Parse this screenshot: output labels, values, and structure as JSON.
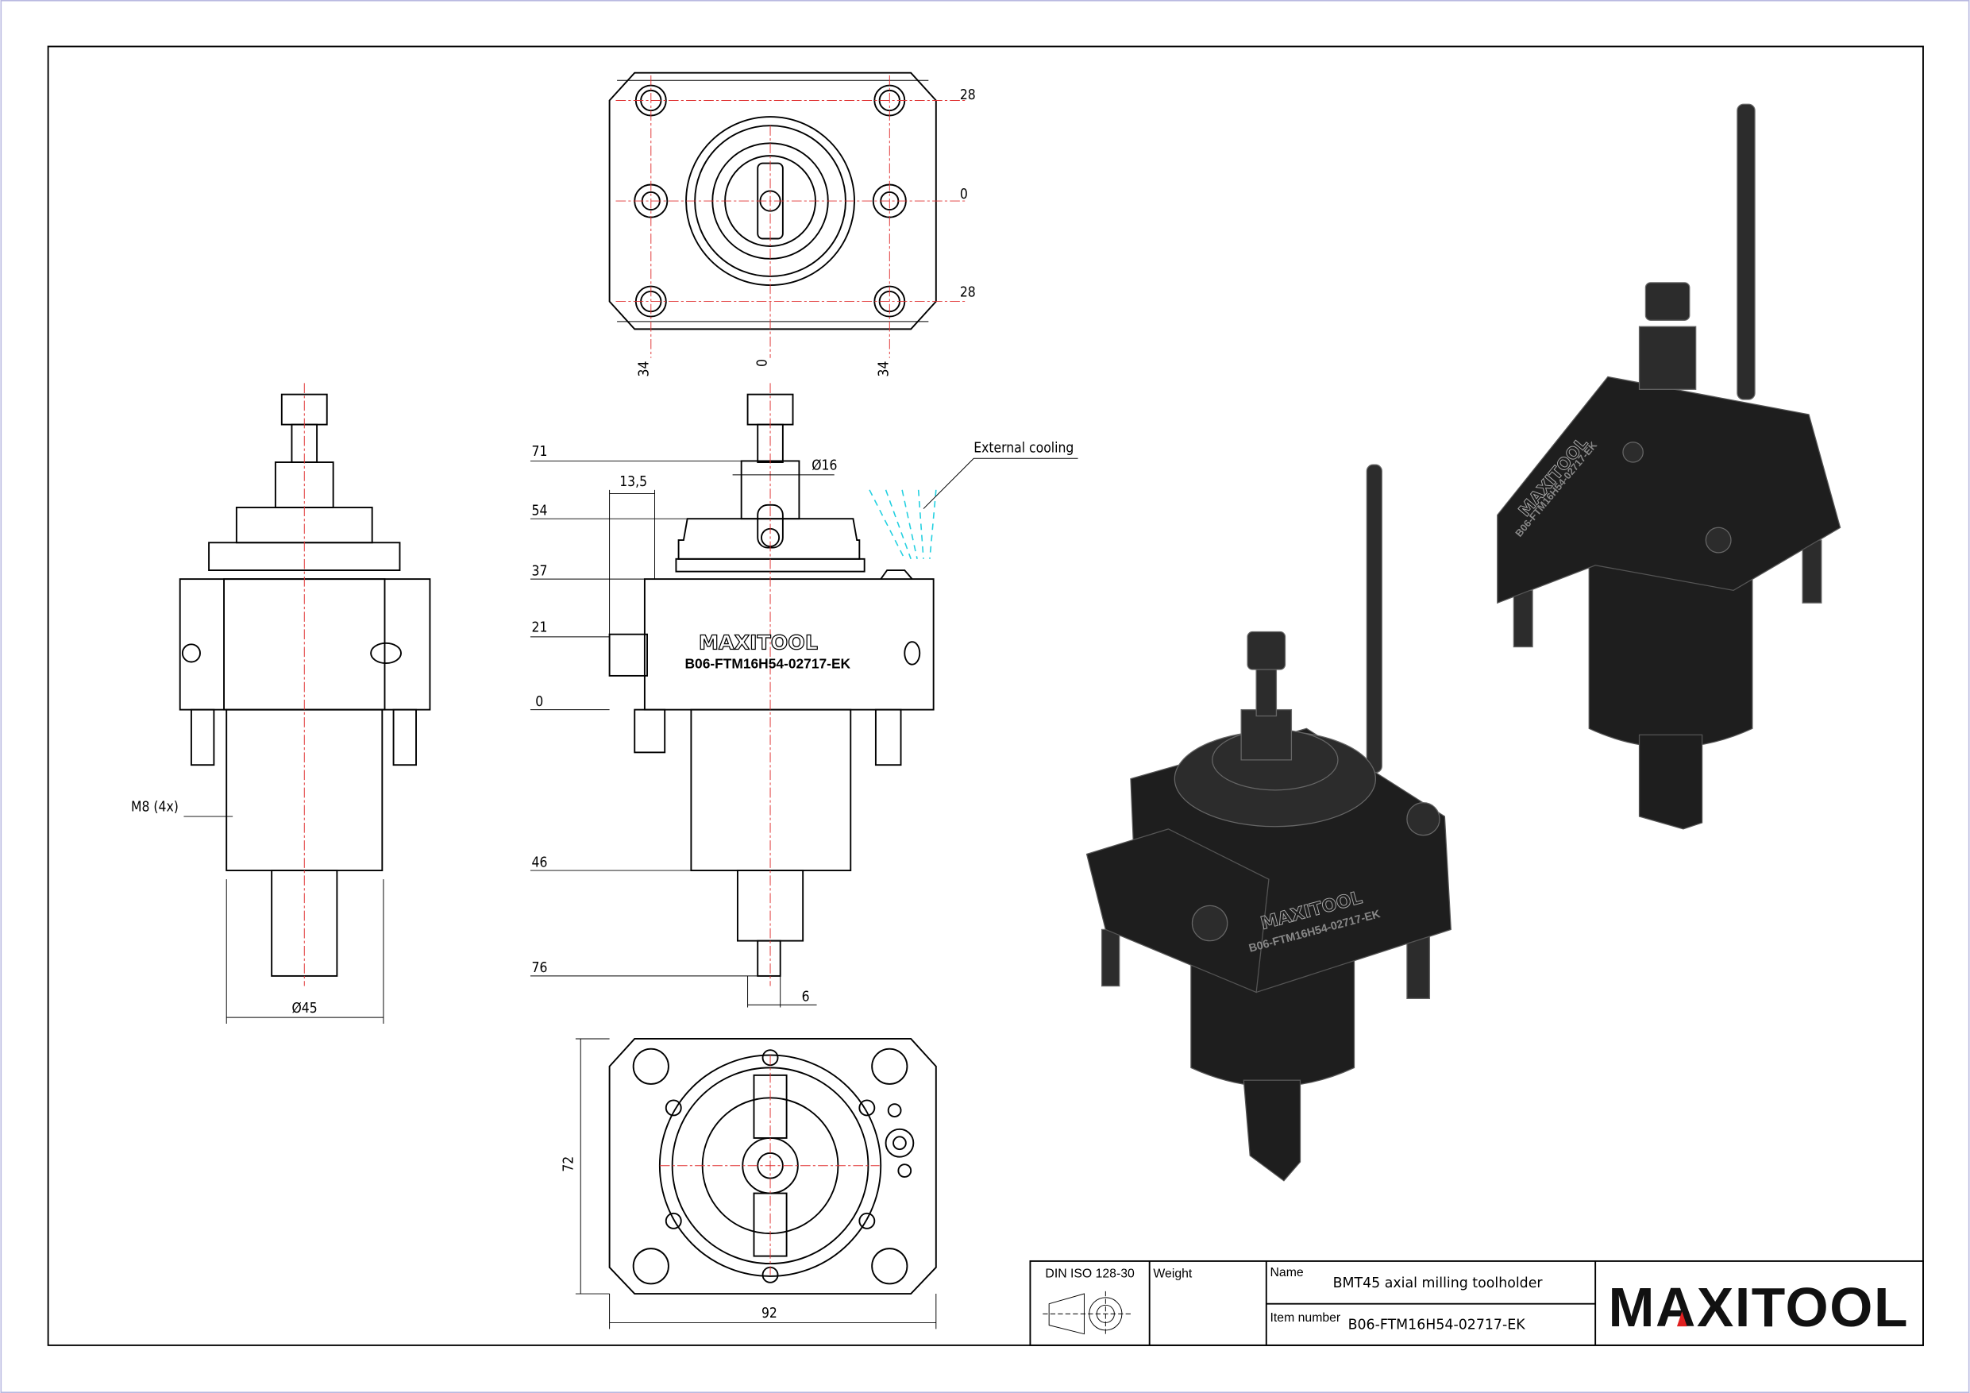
{
  "title_block": {
    "standard_label": "DIN ISO 128-30",
    "weight_label": "Weight",
    "name_label": "Name",
    "name_value": "BMT45 axial milling toolholder",
    "item_number_label": "Item number",
    "item_number_value": "B06-FTM16H54-02717-EK",
    "logo_text": "MAXITOOL",
    "logo_accent_color": "#e02020"
  },
  "top_view": {
    "right_dims": [
      "28",
      "0",
      "28"
    ],
    "bottom_dims": [
      "34",
      "0",
      "34"
    ]
  },
  "side_view": {
    "thread_label": "M8 (4x)",
    "diameter_label": "Ø45"
  },
  "front_view": {
    "height_dims": [
      "71",
      "54",
      "37",
      "21",
      "0",
      "46",
      "76"
    ],
    "width_13_5": "13,5",
    "diameter_16": "Ø16",
    "width_6": "6",
    "cooling_label": "External cooling",
    "engraving_brand": "MAXITOOL",
    "engraving_item": "B06-FTM16H54-02717-EK"
  },
  "bottom_view": {
    "height_dim": "72",
    "width_dim": "92"
  },
  "render_views": {
    "engraving_brand": "MAXITOOL",
    "engraving_item": "B06-FTM16H54-02717-EK"
  }
}
